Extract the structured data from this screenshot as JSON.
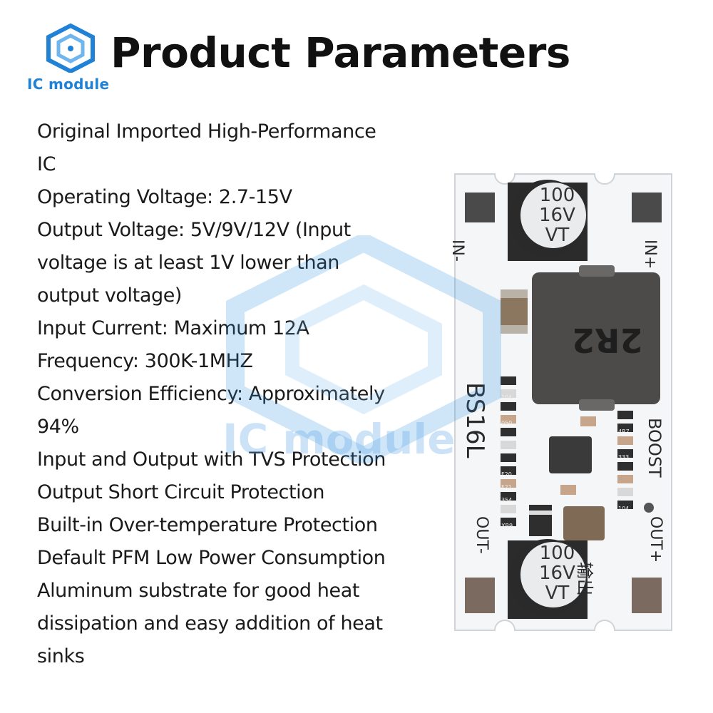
{
  "header": {
    "logo_text": "IC module",
    "title": "Product Parameters"
  },
  "parameters": [
    "Original Imported High-Performance",
    "IC",
    "Operating Voltage: 2.7-15V",
    "Output Voltage: 5V/9V/12V (Input",
    "voltage is at least 1V lower than",
    "output voltage)",
    "Input Current: Maximum 12A",
    "Frequency: 300K-1MHZ",
    "Conversion Efficiency: Approximately",
    "94%",
    "Input and Output with TVS Protection",
    "Output Short Circuit Protection",
    "Built-in Over-temperature Protection",
    "Default PFM Low Power Consumption",
    "Aluminum substrate for good heat",
    "dissipation and easy addition of heat",
    "sinks"
  ],
  "watermark": {
    "text": "IC module"
  },
  "board": {
    "capacitor_value": "100",
    "capacitor_voltage": "16V",
    "capacitor_series": "VT",
    "inductor_marking": "2R2",
    "model": "BS16L",
    "label_in_minus": "IN-",
    "label_in_plus": "IN+",
    "label_out_minus": "OUT-",
    "label_out_plus": "OUT+",
    "label_boost": "BOOST",
    "label_output_cn": "输出",
    "resistor_codes": [
      "104",
      "050",
      "F20",
      "F21",
      "354",
      "XB9",
      "4R7",
      "333",
      "104"
    ]
  },
  "colors": {
    "brand_blue": "#1f82d6",
    "pcb_white": "#f4f6f8",
    "pad_gray": "#4a4a4a"
  }
}
